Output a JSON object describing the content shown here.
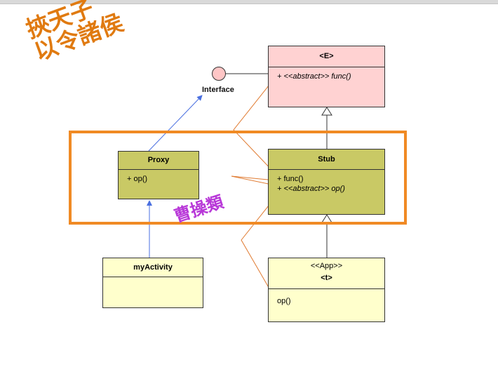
{
  "slogan": {
    "line1": "挾天子",
    "line2": "以令諸侯"
  },
  "interface": {
    "label": "Interface"
  },
  "classes": {
    "e": {
      "name": "<E>",
      "ops": [
        "+ <<abstract>> func()"
      ]
    },
    "stub": {
      "name": "Stub",
      "ops": [
        "+ func()",
        "+ <<abstract>> op()"
      ]
    },
    "proxy": {
      "name": "Proxy",
      "ops": [
        "+ op()"
      ]
    },
    "my_activity": {
      "name": "myActivity"
    },
    "app": {
      "stereotype": "<<App>>",
      "name": "<t>",
      "ops": [
        "op()"
      ]
    }
  },
  "annotation": "曹操類",
  "colors": {
    "highlight": "#f08a24",
    "call_arrows": "#e07a30",
    "dependency_arrows": "#4a6fe0",
    "slogan": "#e07a10",
    "annotation": "#b838d8"
  }
}
